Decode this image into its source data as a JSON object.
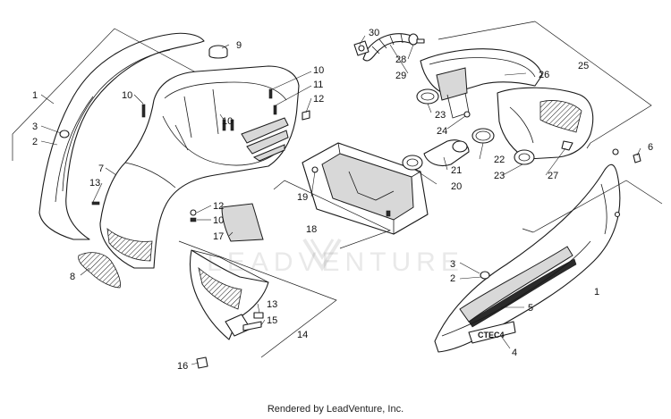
{
  "diagram": {
    "callouts": [
      {
        "id": "c1a",
        "text": "1"
      },
      {
        "id": "c1b",
        "text": "1"
      },
      {
        "id": "c2a",
        "text": "2"
      },
      {
        "id": "c2b",
        "text": "2"
      },
      {
        "id": "c3a",
        "text": "3"
      },
      {
        "id": "c3b",
        "text": "3"
      },
      {
        "id": "c4",
        "text": "4"
      },
      {
        "id": "c5",
        "text": "5"
      },
      {
        "id": "c6",
        "text": "6"
      },
      {
        "id": "c7",
        "text": "7"
      },
      {
        "id": "c8",
        "text": "8"
      },
      {
        "id": "c9",
        "text": "9"
      },
      {
        "id": "c10a",
        "text": "10"
      },
      {
        "id": "c10b",
        "text": "10"
      },
      {
        "id": "c10c",
        "text": "10"
      },
      {
        "id": "c10d",
        "text": "10"
      },
      {
        "id": "c11",
        "text": "11"
      },
      {
        "id": "c12a",
        "text": "12"
      },
      {
        "id": "c12b",
        "text": "12"
      },
      {
        "id": "c13a",
        "text": "13"
      },
      {
        "id": "c13b",
        "text": "13"
      },
      {
        "id": "c14",
        "text": "14"
      },
      {
        "id": "c15",
        "text": "15"
      },
      {
        "id": "c16",
        "text": "16"
      },
      {
        "id": "c17",
        "text": "17"
      },
      {
        "id": "c18",
        "text": "18"
      },
      {
        "id": "c19",
        "text": "19"
      },
      {
        "id": "c20",
        "text": "20"
      },
      {
        "id": "c21",
        "text": "21"
      },
      {
        "id": "c22",
        "text": "22"
      },
      {
        "id": "c23a",
        "text": "23"
      },
      {
        "id": "c23b",
        "text": "23"
      },
      {
        "id": "c24",
        "text": "24"
      },
      {
        "id": "c25",
        "text": "25"
      },
      {
        "id": "c26",
        "text": "26"
      },
      {
        "id": "c27",
        "text": "27"
      },
      {
        "id": "c28",
        "text": "28"
      },
      {
        "id": "c29",
        "text": "29"
      },
      {
        "id": "c30",
        "text": "30"
      }
    ]
  },
  "watermark": {
    "text": "LEADVENTURE",
    "logo_icon": "leadventure-logo-icon"
  },
  "footer": {
    "text": "Rendered by LeadVenture, Inc."
  },
  "decal": {
    "text": "CTEC4"
  },
  "colors": {
    "line": "#1a1a1a",
    "background": "#ffffff",
    "watermark": "#787878"
  }
}
